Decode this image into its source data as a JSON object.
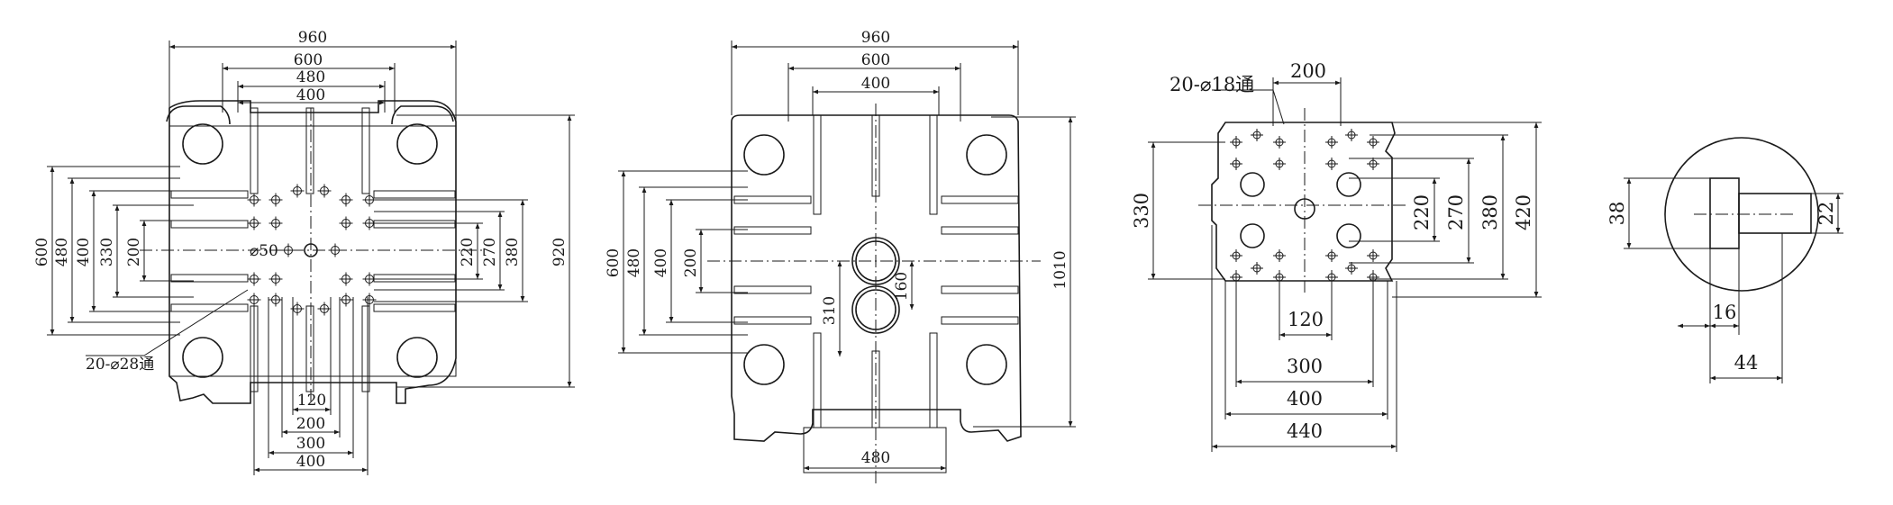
{
  "views": {
    "moving_platen": {
      "top": [
        "960",
        "600",
        "480",
        "400"
      ],
      "left": [
        "600",
        "480",
        "400",
        "330",
        "200"
      ],
      "right": [
        "220",
        "270",
        "380",
        "920"
      ],
      "bottom": [
        "120",
        "200",
        "300",
        "400"
      ],
      "center_hole": "⌀50",
      "holes_note": "20-⌀28通"
    },
    "fixed_platen": {
      "top": [
        "960",
        "600",
        "400"
      ],
      "left": [
        "600",
        "480",
        "400",
        "200"
      ],
      "inner": [
        "310",
        "160"
      ],
      "right": "1010",
      "bottom": "480"
    },
    "ejector_plate": {
      "top": "200",
      "holes_note": "20-⌀18通",
      "left": "330",
      "right": [
        "220",
        "270",
        "380",
        "420"
      ],
      "bottom": [
        "120",
        "300",
        "400",
        "440"
      ]
    },
    "nozzle_detail": {
      "left": "38",
      "right": "22",
      "bottom": [
        "16",
        "44"
      ]
    }
  }
}
